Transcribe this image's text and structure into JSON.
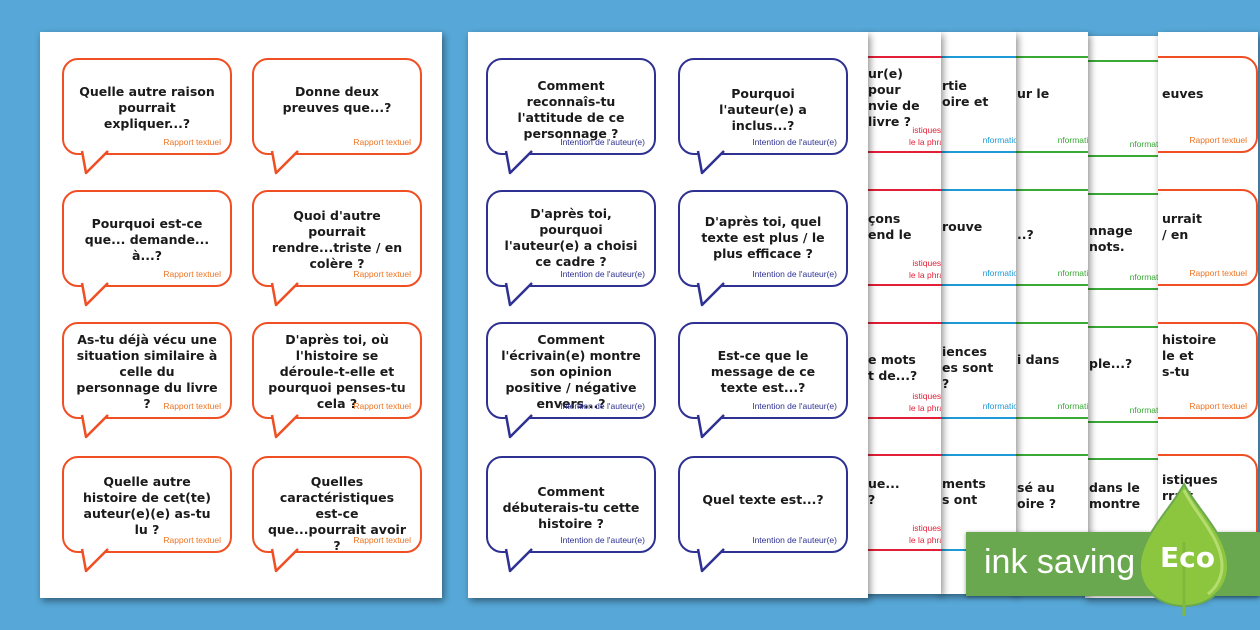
{
  "colors": {
    "background": "#57a8d8",
    "red": "#f04e23",
    "red_category": "#ee7423",
    "navy": "#2e3192",
    "crimson": "#e21f36",
    "cyan": "#1e9ad6",
    "green": "#3aaa35",
    "eco_green": "#6aa84f"
  },
  "sheet_red": {
    "category": "Rapport textuel",
    "cards": [
      "Quelle autre raison pourrait expliquer...?",
      "Donne deux preuves que...?",
      "Pourquoi est-ce que... demande... à...?",
      "Quoi d'autre pourrait rendre...triste / en colère ?",
      "As-tu déjà vécu une situation similaire à celle du personnage du livre ?",
      "D'après toi, où l'histoire se déroule-t-elle et pourquoi penses-tu cela ?",
      "Quelle autre histoire de cet(te) auteur(e)(e) as-tu lu ?",
      "Quelles caractéristiques est-ce que...pourrait avoir ?"
    ]
  },
  "sheet_blue": {
    "category": "Intention de l'auteur(e)",
    "cards": [
      "Comment reconnaîs-tu l'attitude de ce personnage ?",
      "Pourquoi l'auteur(e) a inclus...?",
      "D'après toi, pourquoi l'auteur(e) a choisi ce cadre ?",
      "D'après toi, quel texte est plus / le plus efficace ?",
      "Comment l'écrivain(e) montre son opinion positive / négative envers...?",
      "Est-ce que le message de ce texte est...?",
      "Comment débuterais-tu cette histoire ?",
      "Quel texte est...?"
    ]
  },
  "sheet_crimson": {
    "category_line1": "istiques au",
    "category_line2": "le la phrase",
    "cards": [
      "ur(e)\npour\nnvie de\nlivre ?",
      "çons\nend le",
      "e mots\nt de...?",
      "ue...\n?"
    ]
  },
  "sheet_cyan": {
    "category": "nformations",
    "cards": [
      "rtie\noire et",
      "rouve",
      "iences\nes sont\n?",
      "ments\ns ont"
    ]
  },
  "sheet_green1": {
    "category": "nformations",
    "cards": [
      "ur le",
      "..?",
      "i dans",
      "sé au\noire ?"
    ]
  },
  "sheet_green2": {
    "category": "nformations",
    "cards": [
      "",
      "nnage\nnots.",
      "ple...?",
      "dans le\nmontre"
    ]
  },
  "sheet_orange2": {
    "category": "Rapport textuel",
    "cards": [
      "euves",
      "urrait\n/ en",
      "histoire\nle et\ns-tu",
      "istiques\nrrait"
    ]
  },
  "badge": {
    "label": "ink saving",
    "leaf_label": "Eco",
    "leaf_icon": "leaf-icon"
  }
}
